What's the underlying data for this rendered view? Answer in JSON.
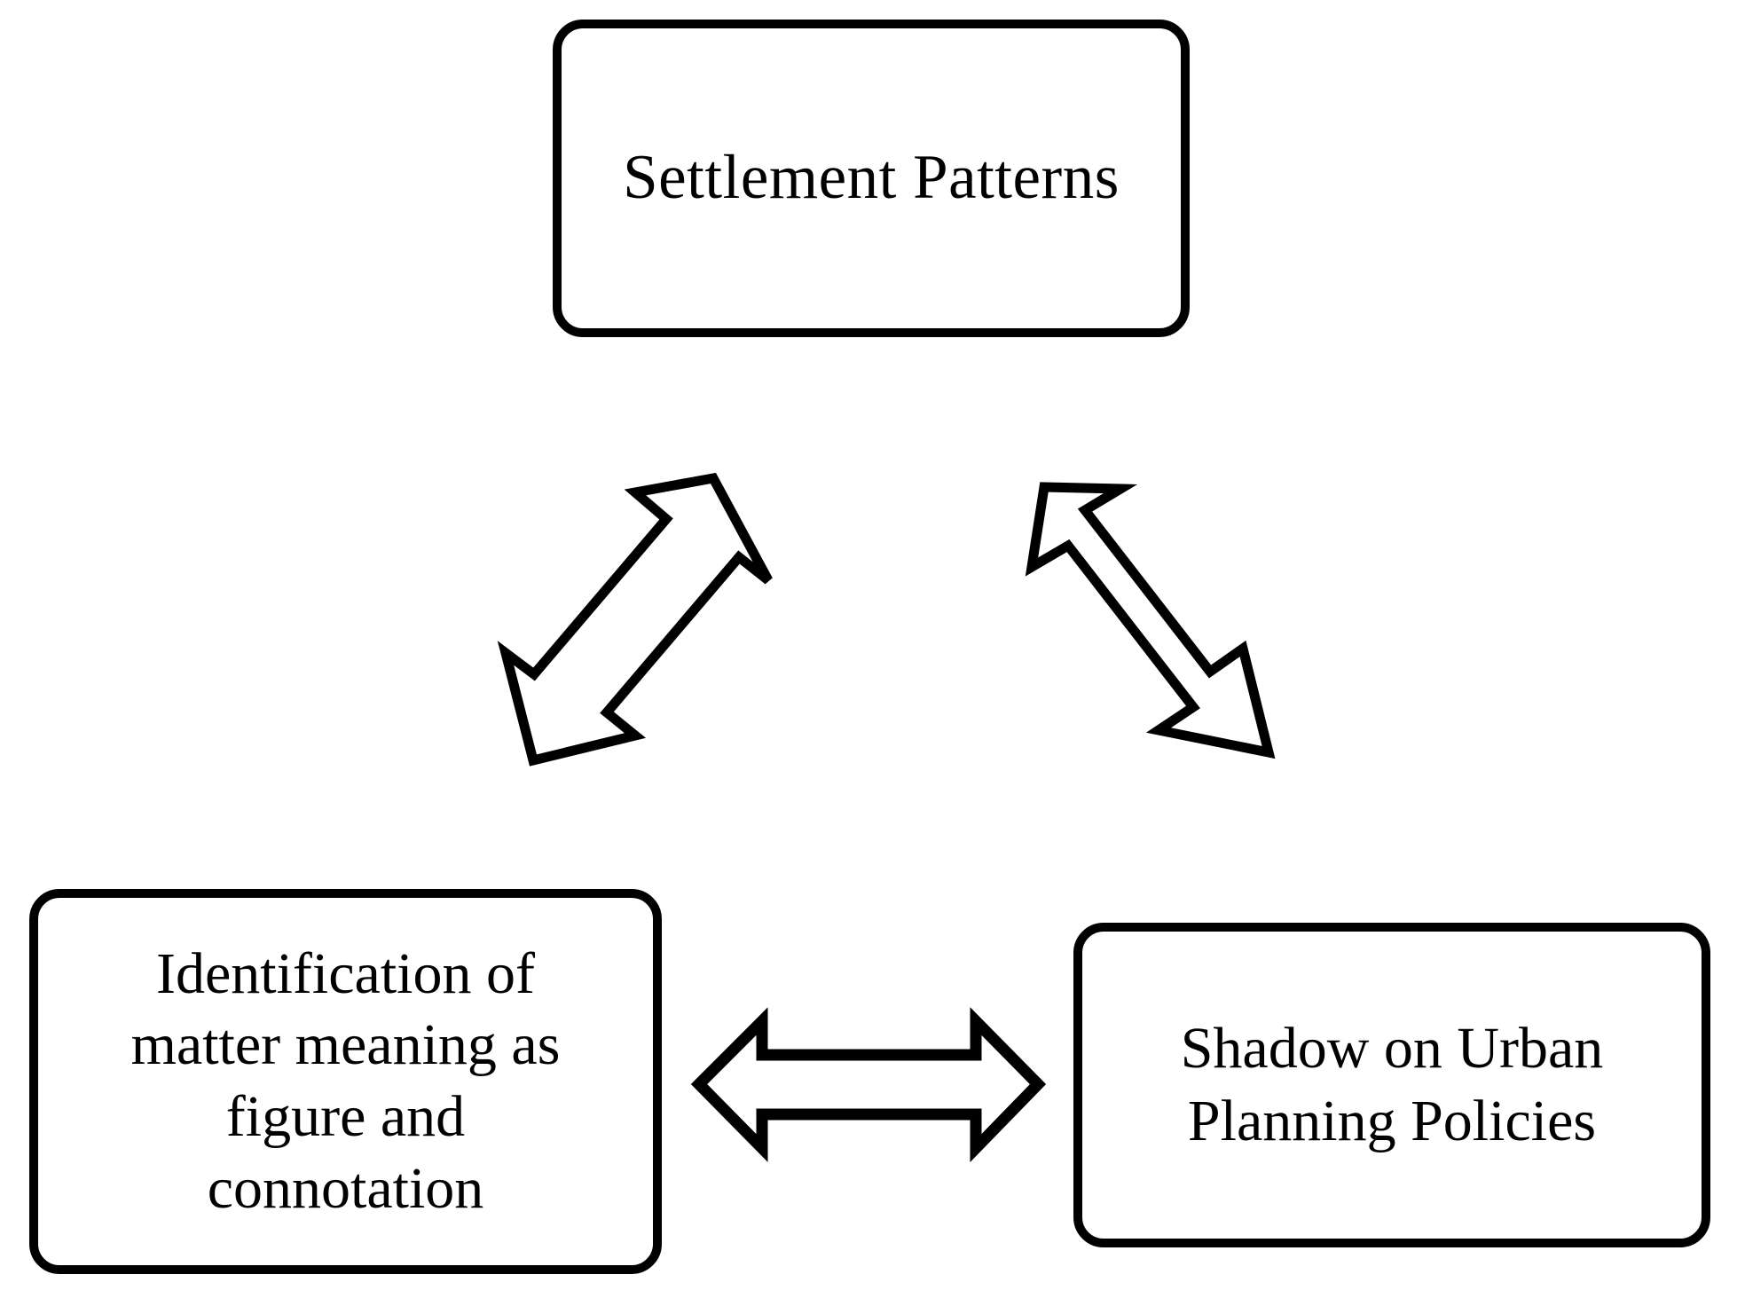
{
  "diagram": {
    "type": "triangular-relationship-diagram",
    "background_color": "#FFFFFF",
    "stroke_color": "#000000",
    "nodes": [
      {
        "id": "settlement-patterns",
        "label": "Settlement Patterns",
        "position": "top-center"
      },
      {
        "id": "identification-of-matter-meaning",
        "label": "Identification of\nmatter meaning as\nfigure and\nconnotation",
        "position": "bottom-left"
      },
      {
        "id": "shadow-on-urban-planning-policies",
        "label": "Shadow on Urban\nPlanning Policies",
        "position": "bottom-right"
      }
    ],
    "connectors": [
      {
        "id": "connector-settlement-identification",
        "style": "double-headed-outline-arrow",
        "orientation": "diagonal-up-right",
        "from": "identification-of-matter-meaning",
        "to": "settlement-patterns",
        "label": ""
      },
      {
        "id": "connector-settlement-shadow",
        "style": "double-headed-outline-arrow",
        "orientation": "diagonal-down-right",
        "from": "settlement-patterns",
        "to": "shadow-on-urban-planning-policies",
        "label": ""
      },
      {
        "id": "connector-identification-shadow",
        "style": "double-headed-outline-arrow",
        "orientation": "horizontal",
        "from": "identification-of-matter-meaning",
        "to": "shadow-on-urban-planning-policies",
        "label": ""
      }
    ]
  }
}
